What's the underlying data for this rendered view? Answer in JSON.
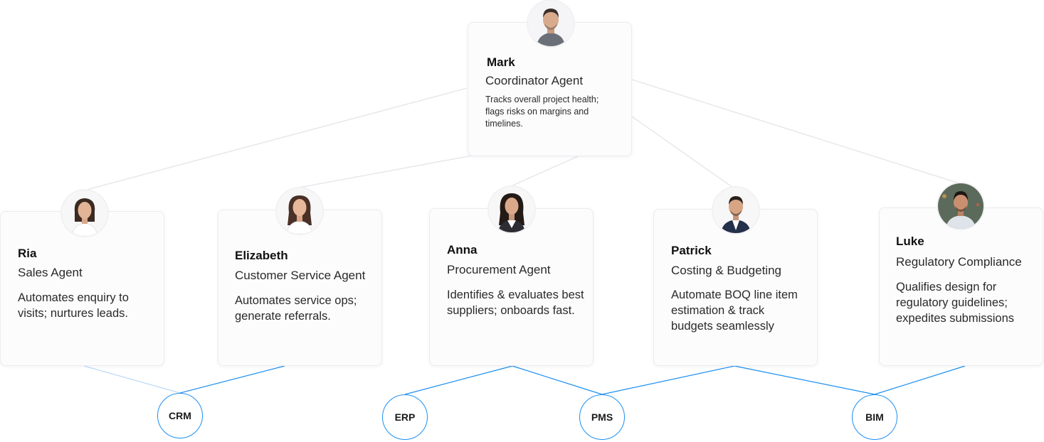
{
  "colors": {
    "accent": "#1e90f0",
    "connector_gray": "#e6e6ec",
    "card_border": "#ececf1"
  },
  "coordinator": {
    "name": "Mark",
    "role": "Coordinator Agent",
    "description": "Tracks overall project health; flags risks on margins and timelines."
  },
  "agents": [
    {
      "name": "Ria",
      "role": "Sales Agent",
      "description": "Automates enquiry to visits; nurtures leads."
    },
    {
      "name": "Elizabeth",
      "role": "Customer Service Agent",
      "description": "Automates service ops; generate referrals."
    },
    {
      "name": "Anna",
      "role": "Procurement Agent",
      "description": "Identifies & evaluates best suppliers; onboards fast."
    },
    {
      "name": "Patrick",
      "role": "Costing & Budgeting",
      "description": "Automate BOQ line item estimation & track budgets seamlessly"
    },
    {
      "name": "Luke",
      "role": "Regulatory Compliance",
      "description": "Qualifies design for regulatory guidelines; expedites submissions"
    }
  ],
  "systems": [
    "CRM",
    "ERP",
    "PMS",
    "BIM"
  ]
}
